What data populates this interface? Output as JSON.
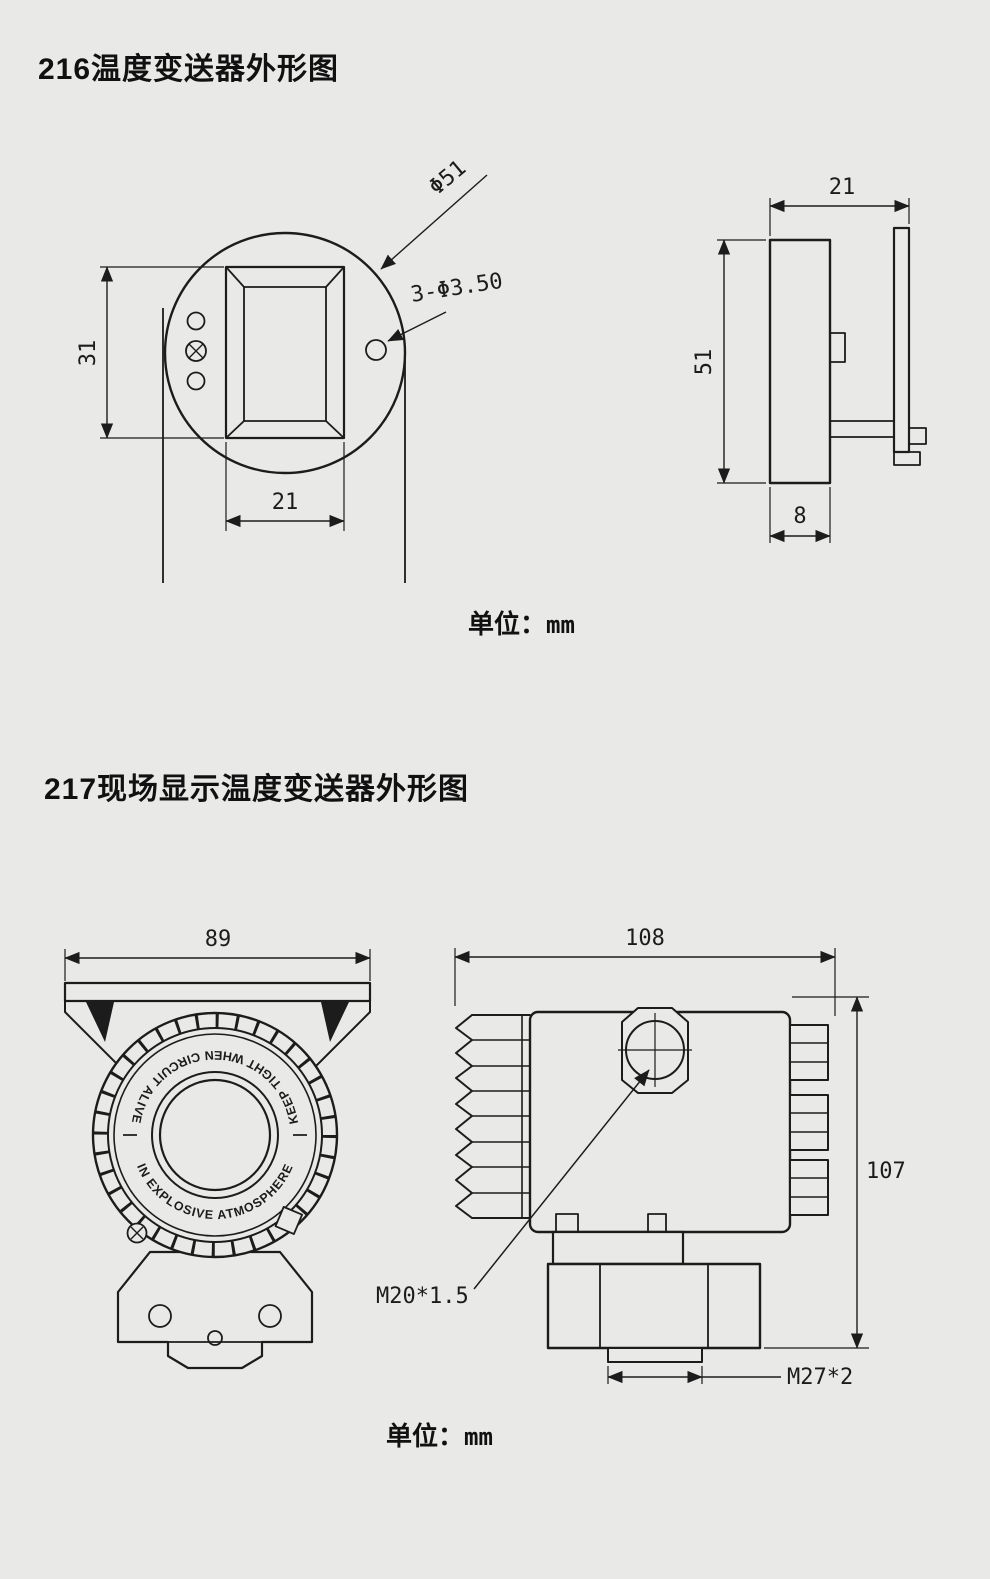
{
  "colors": {
    "background": "#e9e9e7",
    "line": "#1c1c1c"
  },
  "section_216": {
    "title": "216温度变送器外形图",
    "unit_label": "单位：",
    "unit_value": "mm",
    "front_view": {
      "diameter_label": "Φ51",
      "holes_label": "3-Φ3.50",
      "height_mm": "31",
      "width_mm": "21"
    },
    "side_view": {
      "width_mm": "21",
      "height_mm": "51",
      "depth_mm": "8"
    }
  },
  "section_217": {
    "title": "217现场显示温度变送器外形图",
    "unit_label": "单位：",
    "unit_value": "mm",
    "front_view": {
      "width_mm": "89",
      "bezel_text_top": "KEEP TIGHT WHEN CIRCUIT ALIVE",
      "bezel_text_bottom": "IN EXPLOSIVE ATMOSPHERE"
    },
    "side_view": {
      "width_mm": "108",
      "height_mm": "107",
      "conduit_thread_label": "M20*1.5",
      "process_thread_label": "M27*2"
    }
  }
}
